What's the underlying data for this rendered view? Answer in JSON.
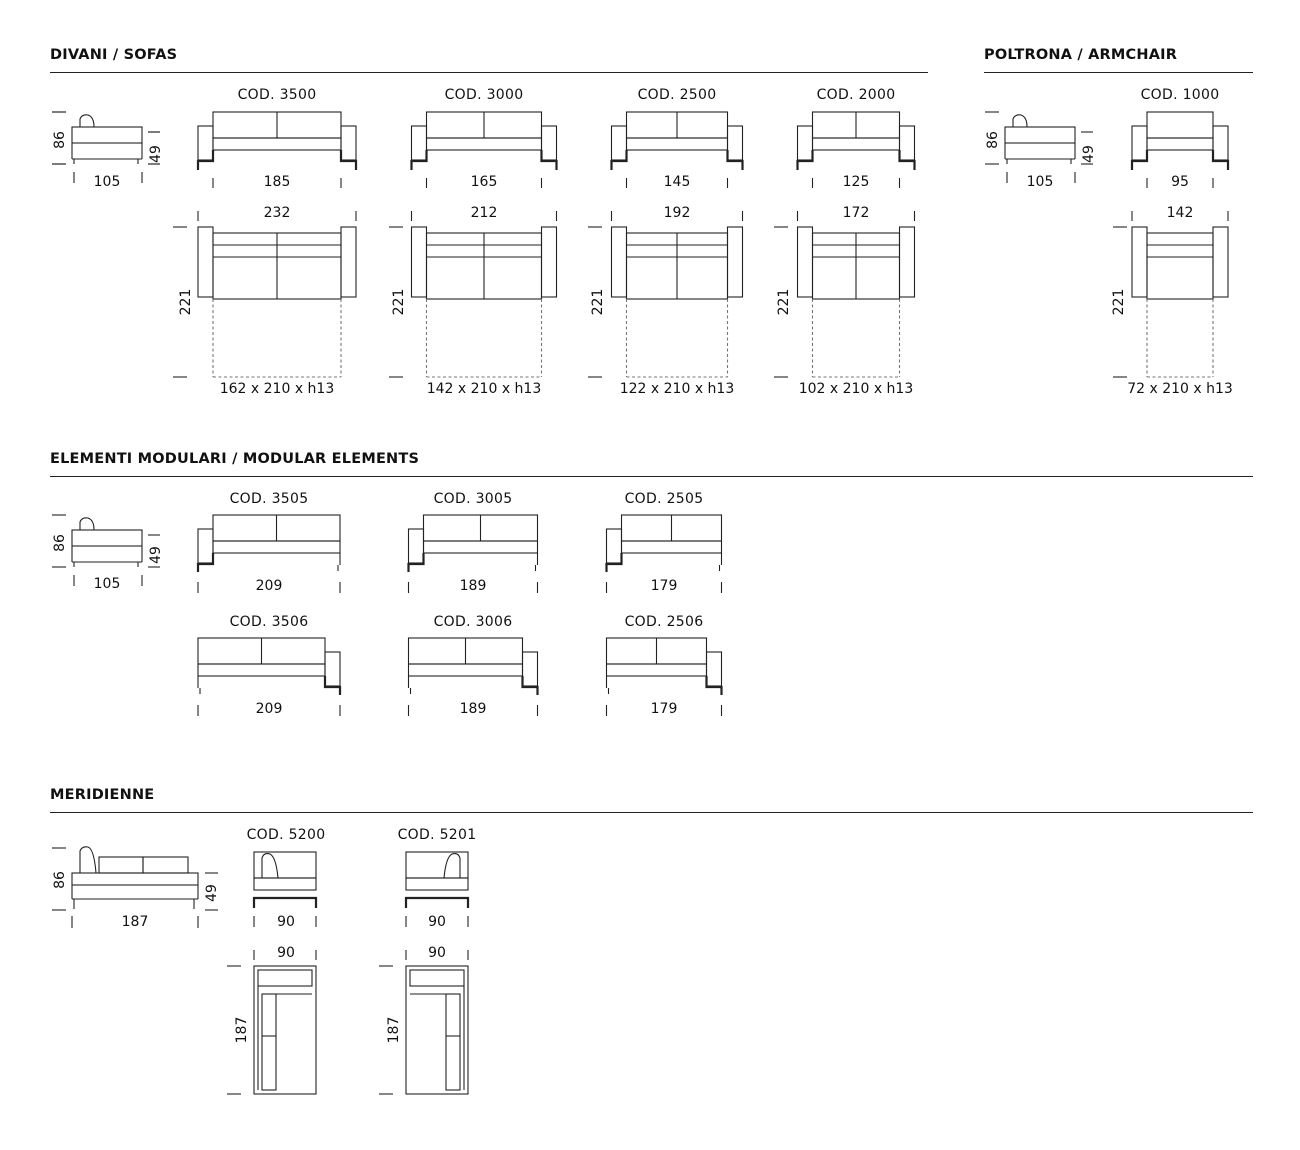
{
  "sections": {
    "sofas": "DIVANI / SOFAS",
    "armchair": "POLTRONA / ARMCHAIR",
    "modular": "ELEMENTI MODULARI / MODULAR ELEMENTS",
    "meridienne": "MERIDIENNE"
  },
  "sofas": {
    "side": {
      "height": "86",
      "seat": "49",
      "depth": "105"
    },
    "models": [
      {
        "code": "COD. 3500",
        "width": "185",
        "open_width": "232",
        "open_depth": "221",
        "mattress": "162 x 210 x h13"
      },
      {
        "code": "COD. 3000",
        "width": "165",
        "open_width": "212",
        "open_depth": "221",
        "mattress": "142 x 210 x h13"
      },
      {
        "code": "COD. 2500",
        "width": "145",
        "open_width": "192",
        "open_depth": "221",
        "mattress": "122 x 210 x h13"
      },
      {
        "code": "COD. 2000",
        "width": "125",
        "open_width": "172",
        "open_depth": "221",
        "mattress": "102 x 210 x h13"
      }
    ]
  },
  "armchair": {
    "side": {
      "height": "86",
      "seat": "49",
      "depth": "105"
    },
    "model": {
      "code": "COD. 1000",
      "width": "95",
      "open_width": "142",
      "open_depth": "221",
      "mattress": "72 x 210 x h13"
    }
  },
  "modular": {
    "side": {
      "height": "86",
      "seat": "49",
      "depth": "105"
    },
    "row1": [
      {
        "code": "COD. 3505",
        "width": "209"
      },
      {
        "code": "COD. 3005",
        "width": "189"
      },
      {
        "code": "COD. 2505",
        "width": "179"
      }
    ],
    "row2": [
      {
        "code": "COD. 3506",
        "width": "209"
      },
      {
        "code": "COD. 3006",
        "width": "189"
      },
      {
        "code": "COD. 2506",
        "width": "179"
      }
    ]
  },
  "meridienne": {
    "side": {
      "height": "86",
      "seat": "49",
      "length": "187"
    },
    "models": [
      {
        "code": "COD. 5200",
        "width": "90",
        "top_width": "90",
        "top_length": "187"
      },
      {
        "code": "COD. 5201",
        "width": "90",
        "top_width": "90",
        "top_length": "187"
      }
    ]
  },
  "colors": {
    "line": "#222222",
    "text": "#111111",
    "background": "#ffffff"
  }
}
